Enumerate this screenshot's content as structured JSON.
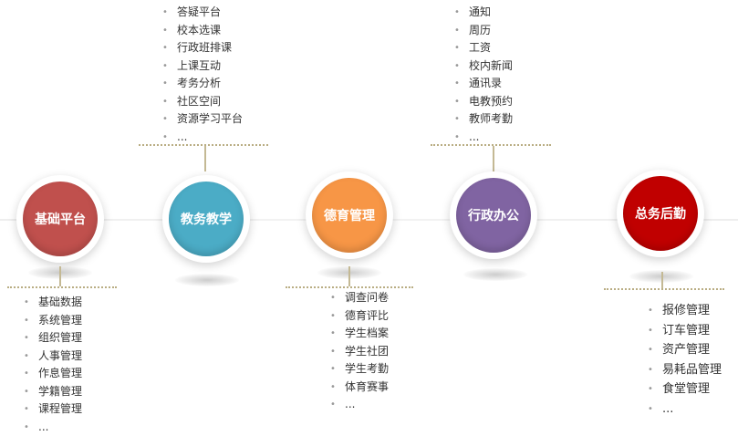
{
  "nodes": [
    {
      "label": "基础平台",
      "color": "#c0504d",
      "items": [
        "基础数据",
        "系统管理",
        "组织管理",
        "人事管理",
        "作息管理",
        "学籍管理",
        "课程管理",
        "..."
      ]
    },
    {
      "label": "教务教学",
      "color": "#4bacc6",
      "items": [
        "答疑平台",
        "校本选课",
        "行政班排课",
        "上课互动",
        "考务分析",
        "社区空间",
        "资源学习平台",
        "..."
      ]
    },
    {
      "label": "德育管理",
      "color": "#f79646",
      "items": [
        "调查问卷",
        "德育评比",
        "学生档案",
        "学生社团",
        "学生考勤",
        "体育赛事",
        "..."
      ]
    },
    {
      "label": "行政办公",
      "color": "#8064a2",
      "items": [
        "通知",
        "周历",
        "工资",
        "校内新闻",
        "通讯录",
        "电教预约",
        "教师考勤",
        "..."
      ]
    },
    {
      "label": "总务后勤",
      "color": "#c00000",
      "items": [
        "报修管理",
        "订车管理",
        "资产管理",
        "易耗品管理",
        "食堂管理",
        "..."
      ]
    }
  ]
}
